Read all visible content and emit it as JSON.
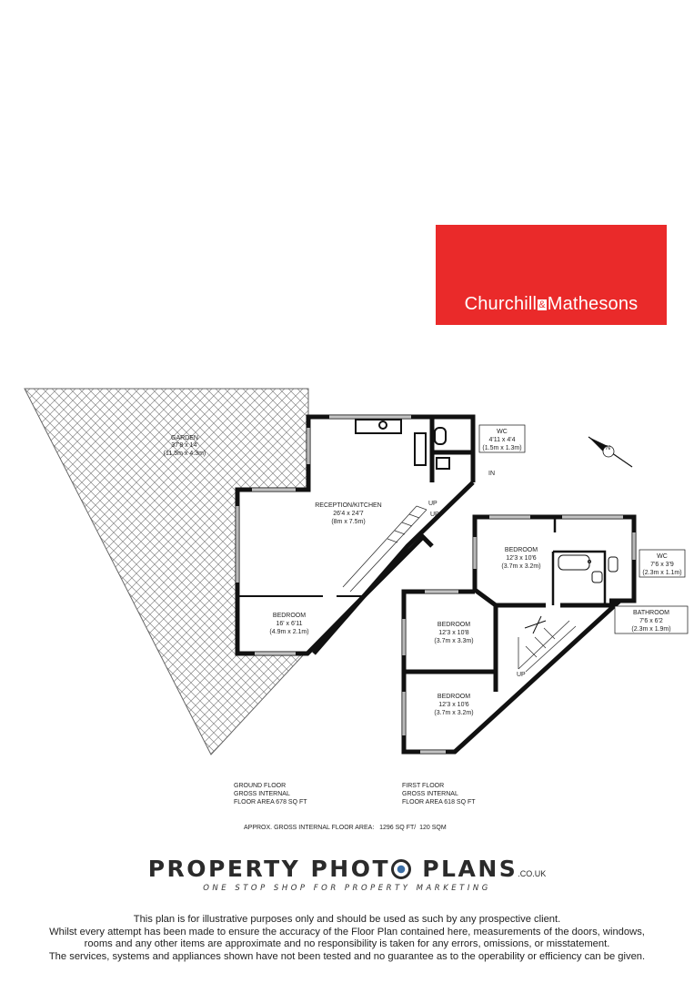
{
  "brand": {
    "name_left": "Churchill",
    "amp": "&",
    "name_right": "Mathesons",
    "color": "#ea2a2a"
  },
  "rooms": {
    "garden": {
      "name": "GARDEN",
      "imperial": "37'8 x 14'",
      "metric": "(11.5m x 4.3m)"
    },
    "reception": {
      "name": "RECEPTION/KITCHEN",
      "imperial": "26'4 x 24'7",
      "metric": "(8m x 7.5m)"
    },
    "ground_bedroom": {
      "name": "BEDROOM",
      "imperial": "16' x 6'11",
      "metric": "(4.9m x 2.1m)"
    },
    "wc_ground": {
      "name": "WC",
      "imperial": "4'11 x 4'4",
      "metric": "(1.5m x 1.3m)"
    },
    "bedroom_1": {
      "name": "BEDROOM",
      "imperial": "12'3 x 10'6",
      "metric": "(3.7m x 3.2m)"
    },
    "wc_first": {
      "name": "WC",
      "imperial": "7'6 x 3'9",
      "metric": "(2.3m x 1.1m)"
    },
    "bathroom": {
      "name": "BATHROOM",
      "imperial": "7'6 x 6'2",
      "metric": "(2.3m x 1.9m)"
    },
    "bedroom_2": {
      "name": "BEDROOM",
      "imperial": "12'3 x 10'8",
      "metric": "(3.7m x 3.3m)"
    },
    "bedroom_3": {
      "name": "BEDROOM",
      "imperial": "12'3 x 10'6",
      "metric": "(3.7m x 3.2m)"
    }
  },
  "markers": {
    "in": "IN",
    "up": "UP",
    "north": "N"
  },
  "ground_floor": {
    "line1": "GROUND FLOOR",
    "line2": "GROSS INTERNAL",
    "line3": "FLOOR AREA 678 SQ FT"
  },
  "first_floor": {
    "line1": "FIRST FLOOR",
    "line2": "GROSS INTERNAL",
    "line3": "FLOOR AREA 618 SQ FT"
  },
  "total_area": {
    "label": "APPROX. GROSS INTERNAL FLOOR AREA:",
    "value": "1296 SQ FT/  120 SQM"
  },
  "footer_logo": {
    "part1": "PROPERTY PHOT",
    "part2": "PLANS",
    "domain": ".CO.UK",
    "tagline": "ONE STOP SHOP FOR PROPERTY MARKETING"
  },
  "disclaimer": {
    "line1": "This plan is for illustrative purposes only and should be used as such by any prospective client.",
    "line2": "Whilst every attempt has been made to ensure the accuracy of the Floor Plan contained here, measurements of the doors, windows,",
    "line3": "rooms and any other items are approximate and no responsibility is taken for any errors, omissions, or misstatement.",
    "line4": "The services, systems and appliances shown have not been tested and no guarantee as to the operability or efficiency can be given."
  }
}
